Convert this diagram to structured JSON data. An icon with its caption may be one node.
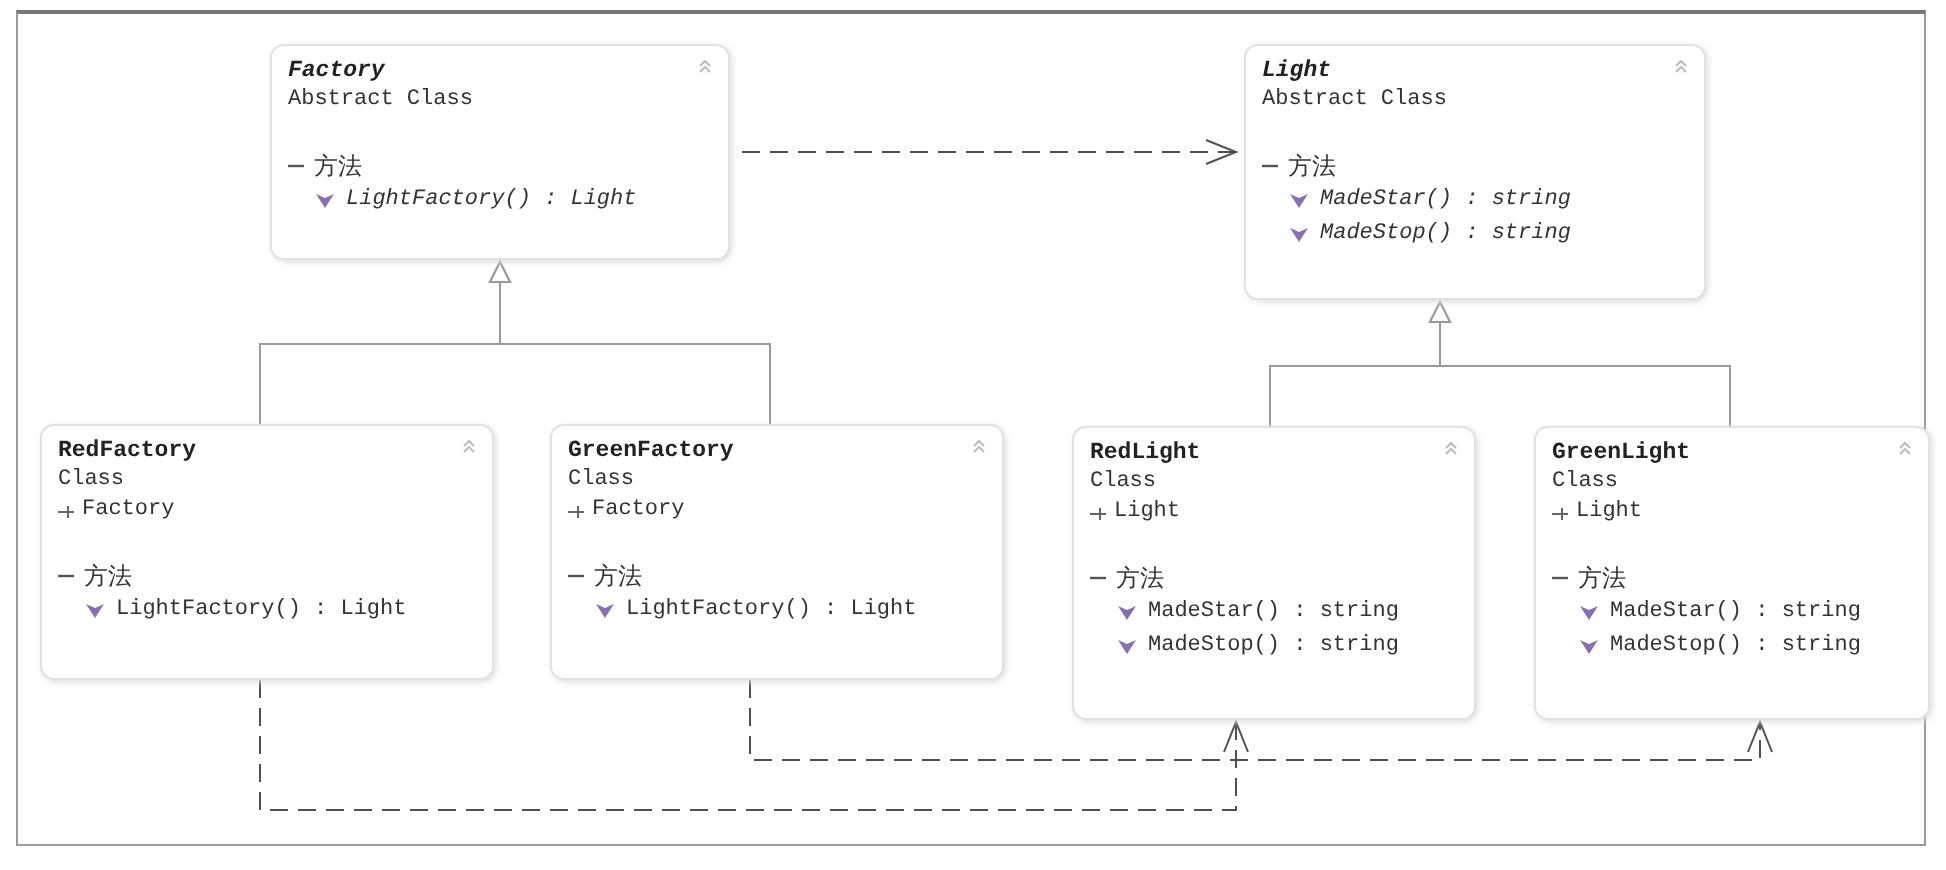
{
  "diagram": {
    "nodes": [
      {
        "text": [
          "Factory",
          "Abstract Class",
          "方法",
          "LightFactory() : Light"
        ]
      },
      {
        "text": [
          "Light",
          "Abstract Class",
          "方法",
          "MadeStar() : string",
          "MadeStop() : string"
        ]
      },
      {
        "text": [
          "RedFactory",
          "Class",
          "Factory",
          "方法",
          "LightFactory() : Light"
        ]
      },
      {
        "text": [
          "GreenFactory",
          "Class",
          "Factory",
          "方法",
          "LightFactory() : Light"
        ]
      },
      {
        "text": [
          "RedLight",
          "Class",
          "Light",
          "方法",
          "MadeStar() : string",
          "MadeStop() : string"
        ]
      },
      {
        "text": [
          "GreenLight",
          "Class",
          "Light",
          "方法",
          "MadeStar() : string",
          "MadeStop() : string"
        ]
      }
    ],
    "edges": [
      {
        "from": 0,
        "to": 1,
        "arrow": "to",
        "style": "dashed",
        "color": "#505050"
      },
      {
        "from": 2,
        "to": 0,
        "arrow": "to"
      },
      {
        "from": 3,
        "to": 0,
        "arrow": "to"
      },
      {
        "from": 4,
        "to": 1,
        "arrow": "to"
      },
      {
        "from": 5,
        "to": 1,
        "arrow": "to"
      },
      {
        "from": 2,
        "to": 4,
        "arrow": "to",
        "style": "dashed",
        "color": "#505050"
      },
      {
        "from": 3,
        "to": 5,
        "arrow": "to",
        "style": "dashed",
        "color": "#505050"
      }
    ]
  }
}
